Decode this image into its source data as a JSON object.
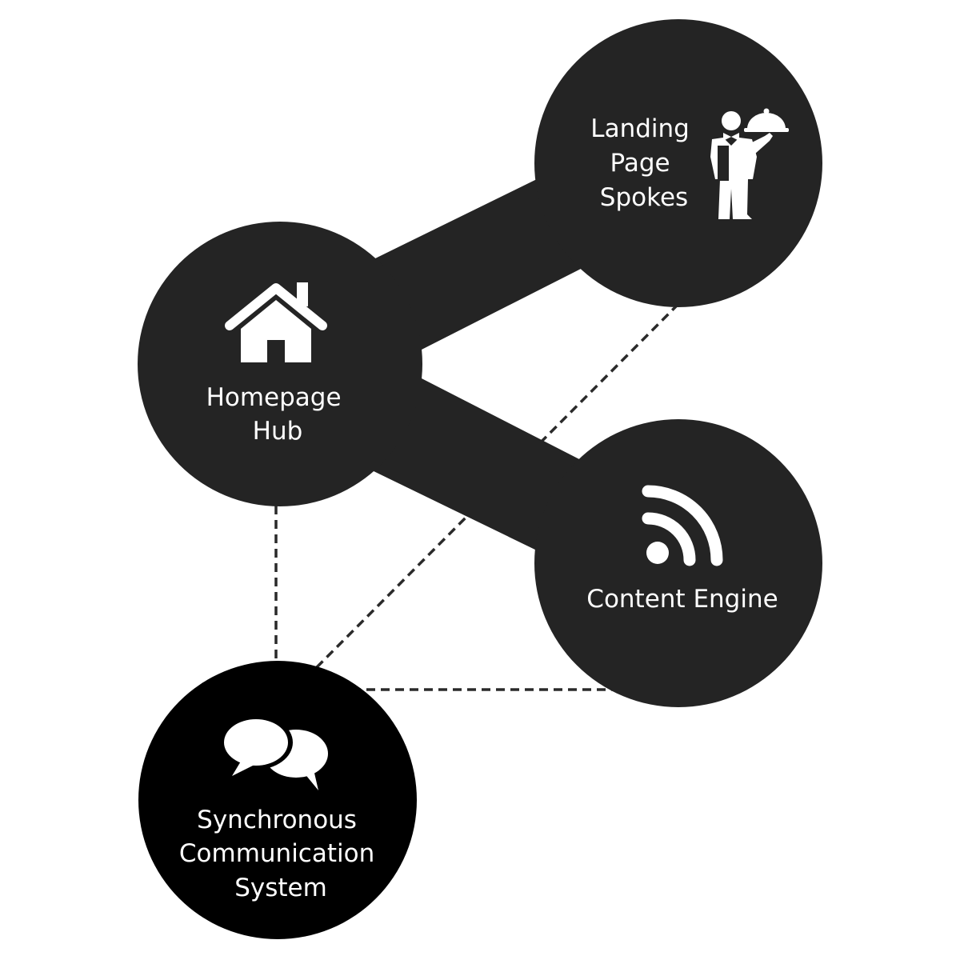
{
  "colors": {
    "background": "#ffffff",
    "node_fill": "#242424",
    "sync_node_fill": "#000000",
    "connector": "#242424",
    "dashed_line": "#2a2a2a",
    "icon": "#ffffff",
    "label_text": "#ffffff"
  },
  "nodes": {
    "landing": {
      "label_lines": [
        "Landing",
        "Page",
        "Spokes"
      ],
      "icon": "waiter-icon"
    },
    "homepage": {
      "label_lines": [
        "Homepage",
        "Hub"
      ],
      "icon": "house-icon"
    },
    "content": {
      "label_lines": [
        "Content Engine"
      ],
      "icon": "rss-feed-icon"
    },
    "sync": {
      "label_lines": [
        "Synchronous",
        "Communication",
        "System"
      ],
      "icon": "speech-bubbles-icon"
    }
  }
}
